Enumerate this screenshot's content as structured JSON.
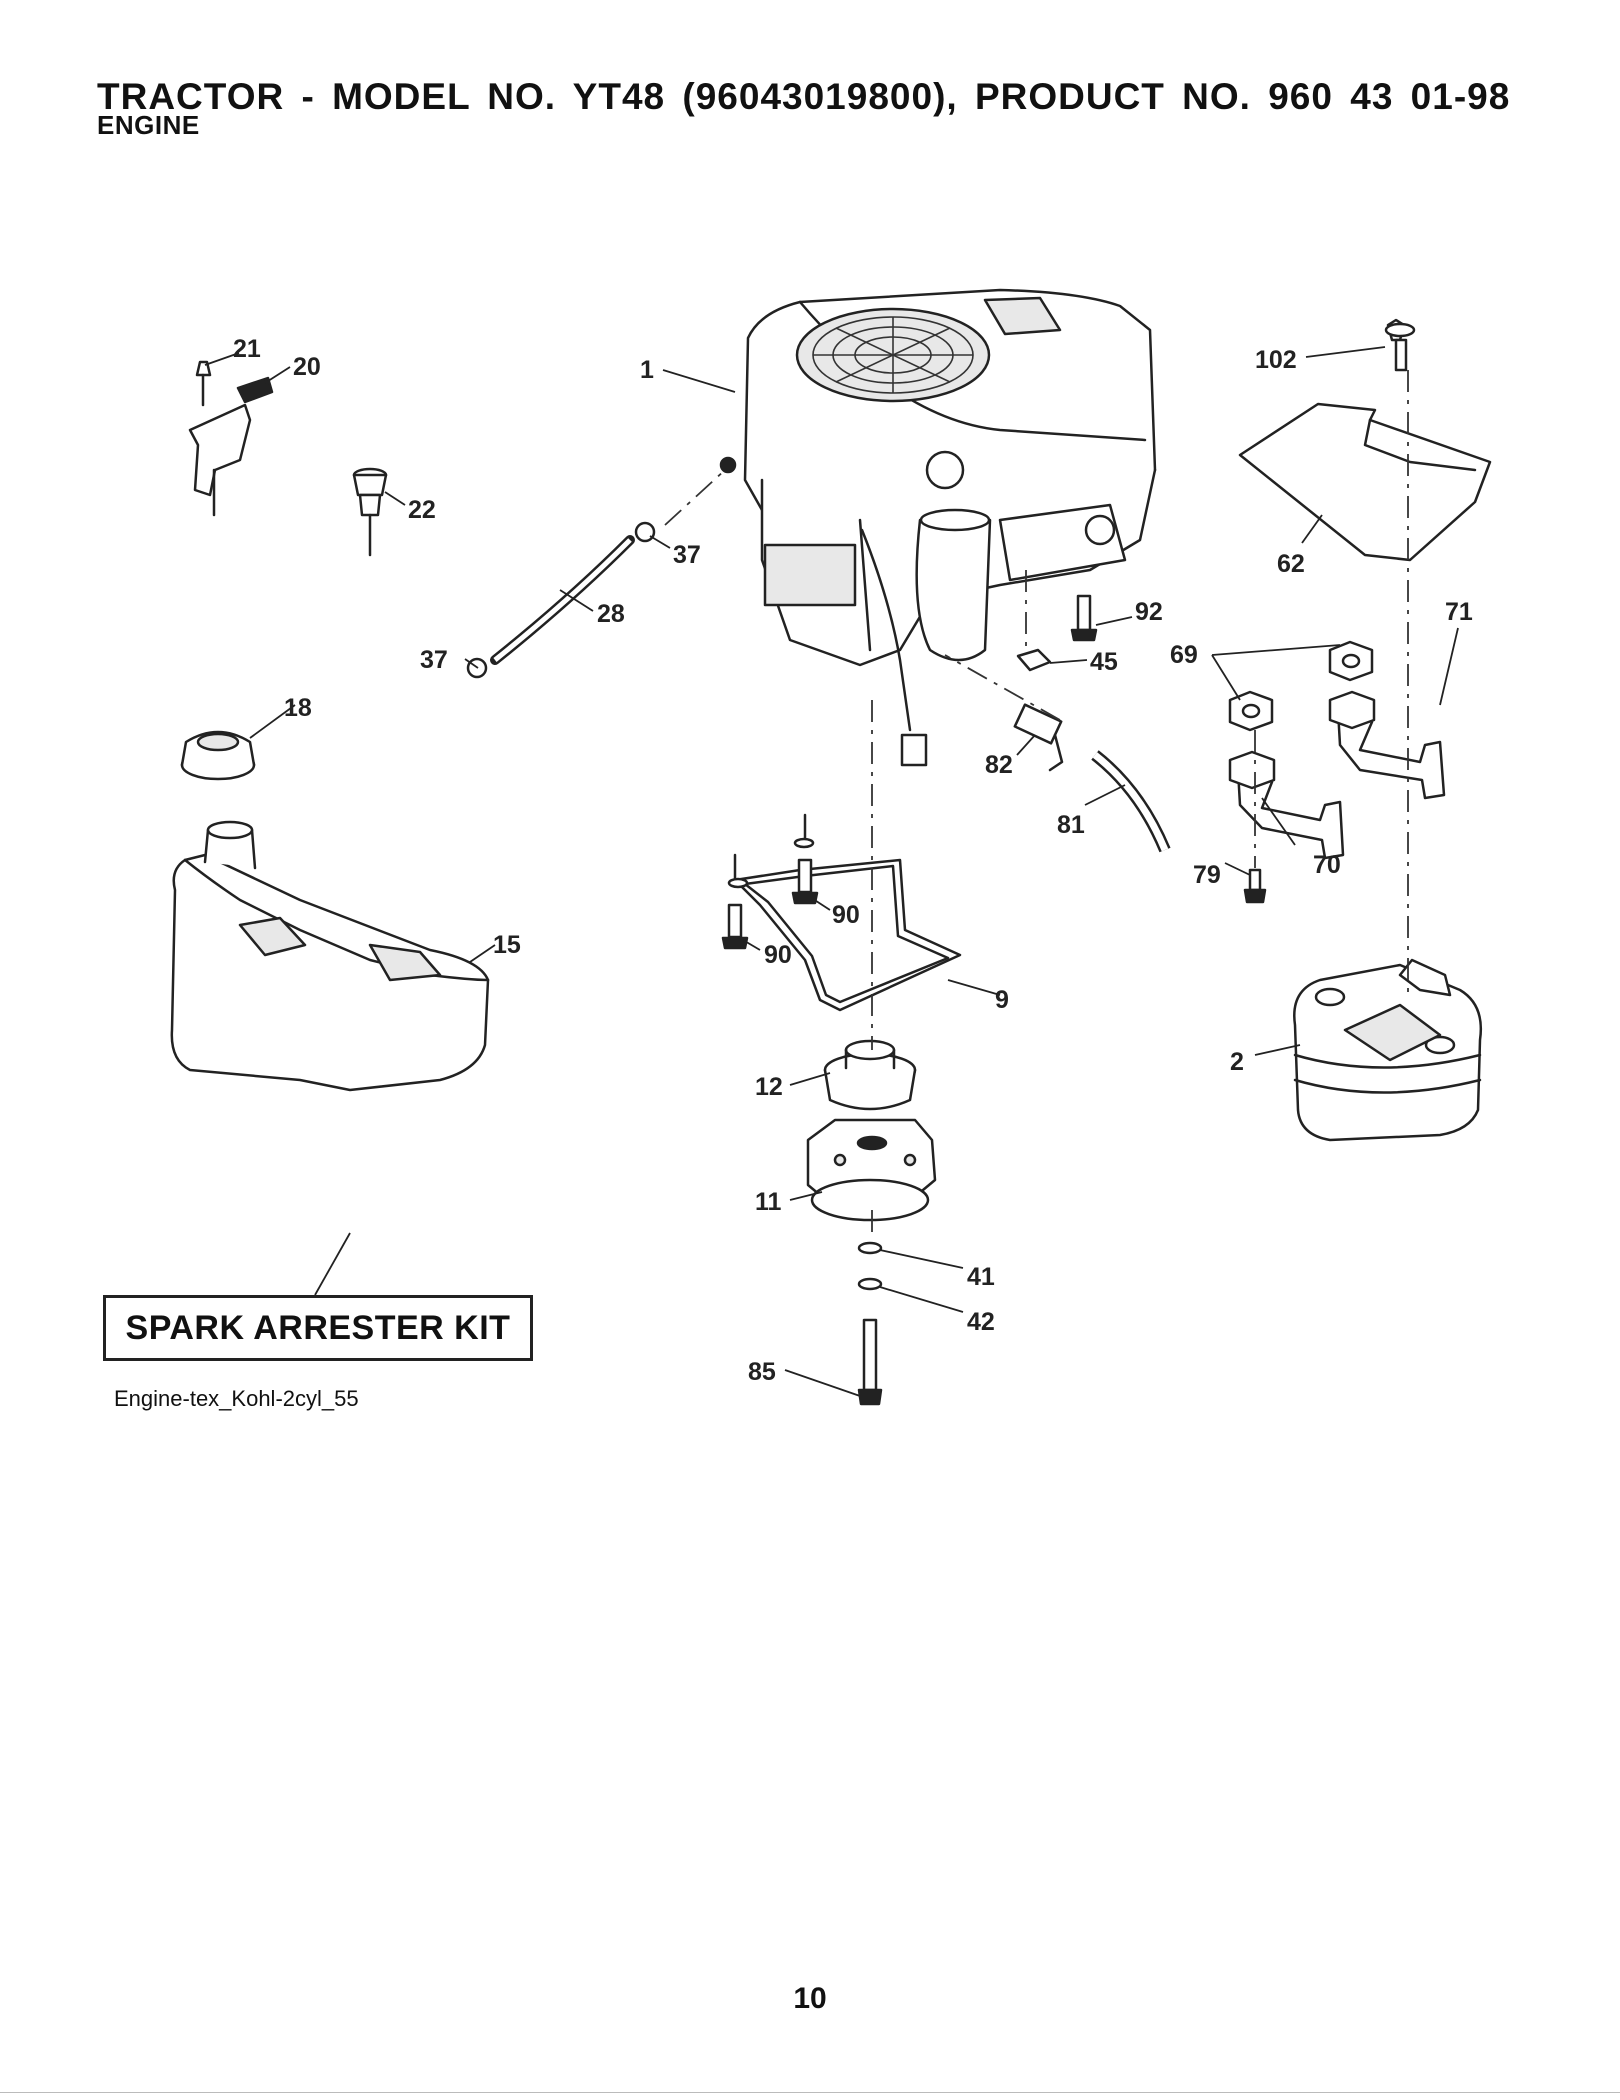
{
  "header": {
    "title": "TRACTOR - MODEL NO. YT48 (96043019800), PRODUCT NO. 960 43 01-98",
    "subtitle": "ENGINE"
  },
  "callouts": {
    "c1": "1",
    "c2": "2",
    "c9": "9",
    "c11": "11",
    "c12": "12",
    "c15": "15",
    "c18": "18",
    "c20": "20",
    "c21": "21",
    "c22": "22",
    "c28": "28",
    "c37a": "37",
    "c37b": "37",
    "c41": "41",
    "c42": "42",
    "c45": "45",
    "c62": "62",
    "c69": "69",
    "c70": "70",
    "c71": "71",
    "c79": "79",
    "c81": "81",
    "c82": "82",
    "c85": "85",
    "c90a": "90",
    "c90b": "90",
    "c92": "92",
    "c102": "102"
  },
  "kit": {
    "label": "SPARK ARRESTER KIT"
  },
  "reference": "Engine-tex_Kohl-2cyl_55",
  "page_number": "10"
}
